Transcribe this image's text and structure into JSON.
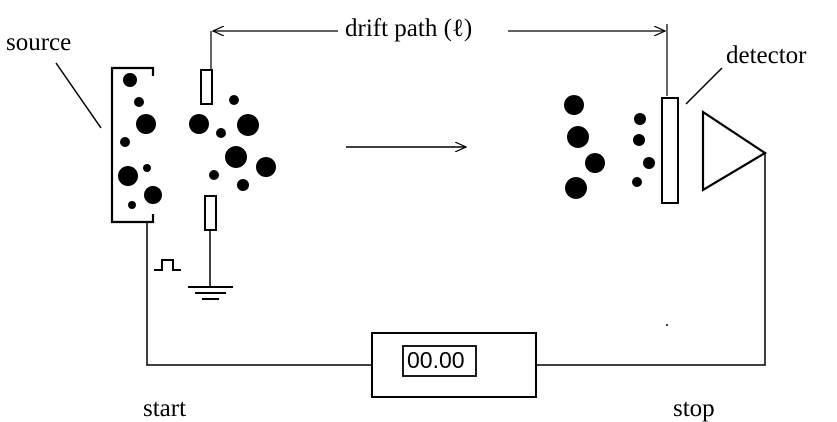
{
  "labels": {
    "source": "source",
    "drift_path": "drift path",
    "drift_path_symbol": "(ℓ)",
    "detector": "detector",
    "start": "start",
    "stop": "stop"
  },
  "timer": {
    "display": "00.00"
  }
}
